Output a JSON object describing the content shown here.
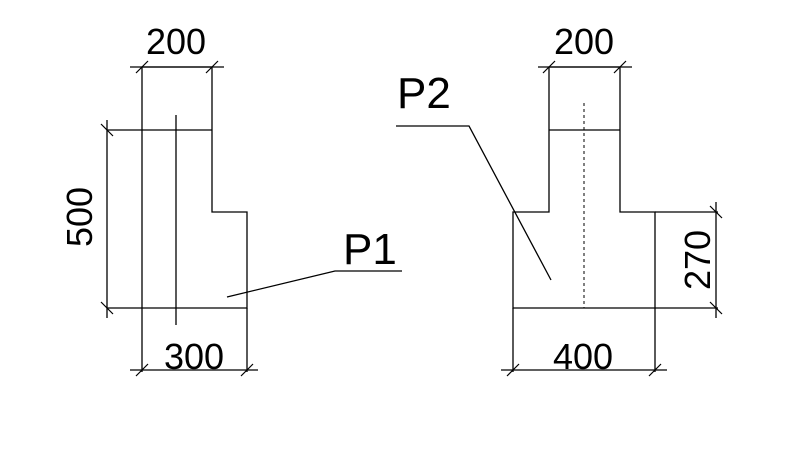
{
  "pieces": {
    "p1": {
      "label": "P1",
      "dims": {
        "top": "200",
        "left": "500",
        "bottom": "300"
      }
    },
    "p2": {
      "label": "P2",
      "dims": {
        "top": "200",
        "right": "270",
        "bottom": "400"
      }
    }
  }
}
